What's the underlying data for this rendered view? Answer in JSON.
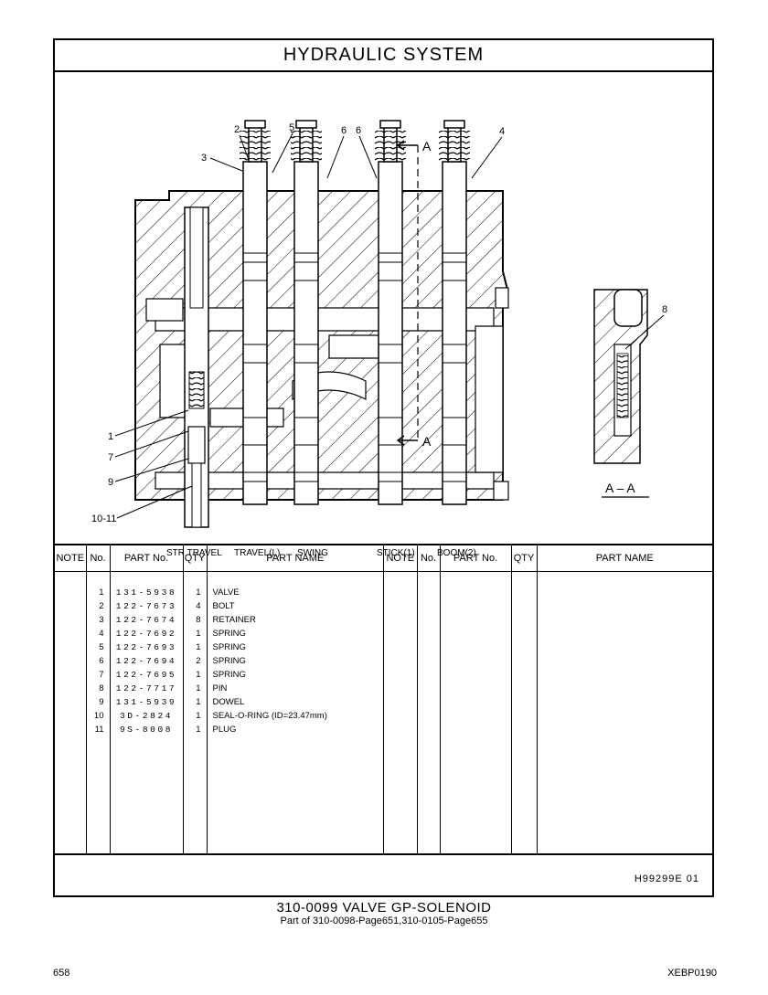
{
  "title": "HYDRAULIC  SYSTEM",
  "diagram": {
    "callouts": [
      "2",
      "5",
      "6",
      "6",
      "4",
      "3",
      "1",
      "7",
      "9",
      "10-11",
      "8"
    ],
    "section_marker": "A",
    "section_view_label": "A – A",
    "valve_labels": [
      "STR TRAVEL",
      "TRAVEL(L)",
      "SWING",
      "STICK(1)",
      "BOOM(2)"
    ]
  },
  "table": {
    "headers": {
      "note": "NOTE",
      "no": "No.",
      "part_no": "PART No.",
      "qty": "QTY",
      "part_name": "PART NAME"
    },
    "rows": [
      {
        "no": "1",
        "part_no": "131-5938",
        "qty": "1",
        "name": "VALVE"
      },
      {
        "no": "2",
        "part_no": "122-7673",
        "qty": "4",
        "name": "BOLT"
      },
      {
        "no": "3",
        "part_no": "122-7674",
        "qty": "8",
        "name": "RETAINER"
      },
      {
        "no": "4",
        "part_no": "122-7692",
        "qty": "1",
        "name": "SPRING"
      },
      {
        "no": "5",
        "part_no": "122-7693",
        "qty": "1",
        "name": "SPRING"
      },
      {
        "no": "6",
        "part_no": "122-7694",
        "qty": "2",
        "name": "SPRING"
      },
      {
        "no": "7",
        "part_no": "122-7695",
        "qty": "1",
        "name": "SPRING"
      },
      {
        "no": "8",
        "part_no": "122-7717",
        "qty": "1",
        "name": "PIN"
      },
      {
        "no": "9",
        "part_no": "131-5939",
        "qty": "1",
        "name": "DOWEL"
      },
      {
        "no": "10",
        "part_no": "3D-2824",
        "qty": "1",
        "name": "SEAL-O-RING (ID=23.47mm)"
      },
      {
        "no": "11",
        "part_no": "9S-8008",
        "qty": "1",
        "name": "PLUG"
      }
    ]
  },
  "ref_code": "H99299E   01",
  "caption": "310-0099  VALVE GP-SOLENOID",
  "subcaption": "Part of 310-0098-Page651,310-0105-Page655",
  "page_number": "658",
  "book_code": "XEBP0190"
}
